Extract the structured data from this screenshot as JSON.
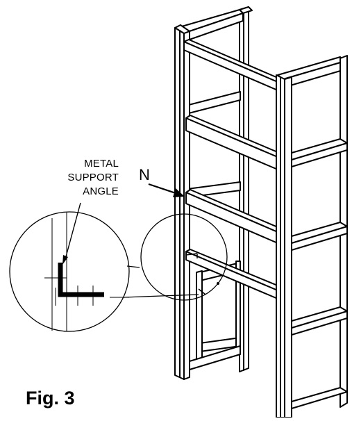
{
  "labels": {
    "support_line1": "METAL",
    "support_line2": "SUPPORT",
    "support_line3": "ANGLE",
    "pointer_letter": "N"
  },
  "figure": {
    "caption": "Fig. 3"
  }
}
